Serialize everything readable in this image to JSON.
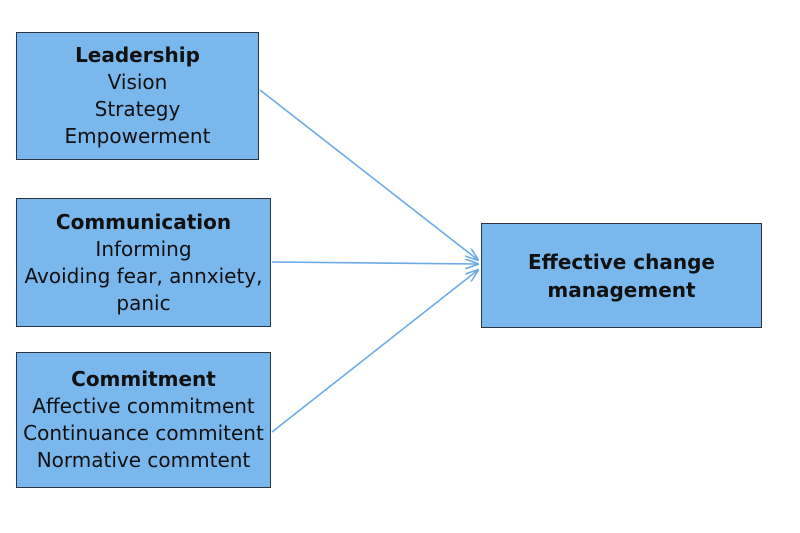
{
  "boxes": {
    "leadership": {
      "title": "Leadership",
      "items": [
        "Vision",
        "Strategy",
        "Empowerment"
      ]
    },
    "communication": {
      "title": "Communication",
      "items": [
        "Informing",
        "Avoiding fear, annxiety,",
        "panic"
      ]
    },
    "commitment": {
      "title": "Commitment",
      "items": [
        "Affective commitment",
        "Continuance commitent",
        "Normative commtent"
      ]
    },
    "effective": {
      "title_lines": [
        "Effective change",
        "management"
      ]
    }
  },
  "colors": {
    "box_fill": "#7ab7ec",
    "box_border": "#2b3440",
    "arrow": "#6aaae6"
  }
}
